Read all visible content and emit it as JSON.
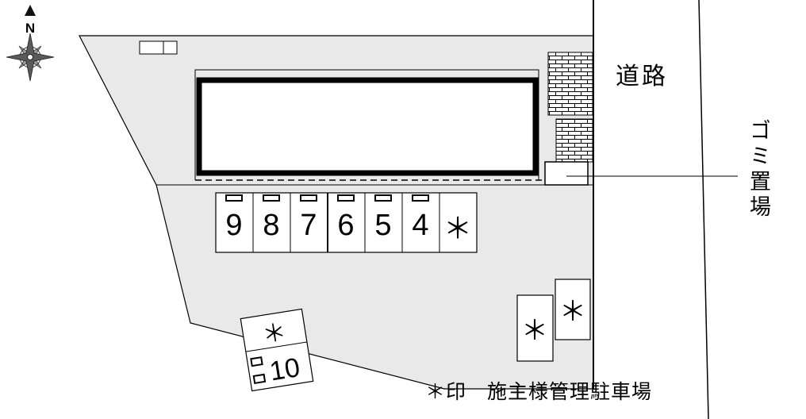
{
  "colors": {
    "site_fill": "#e9e9e9",
    "line": "#000000",
    "building_fill": "#ffffff"
  },
  "compass": {
    "north_label": "N"
  },
  "labels": {
    "road": "道路",
    "garbage_area": "ゴミ置場",
    "legend": "＊印　施主様管理駐車場"
  },
  "parking_row": {
    "stalls": [
      {
        "label": "9"
      },
      {
        "label": "8"
      },
      {
        "label": "7"
      },
      {
        "label": "6"
      },
      {
        "label": "5"
      },
      {
        "label": "4"
      },
      {
        "label": "＊"
      }
    ]
  },
  "rotated_stall": {
    "top_label": "＊",
    "number": "10"
  },
  "owner_stalls": [
    {
      "label": "＊"
    },
    {
      "label": "＊"
    }
  ]
}
